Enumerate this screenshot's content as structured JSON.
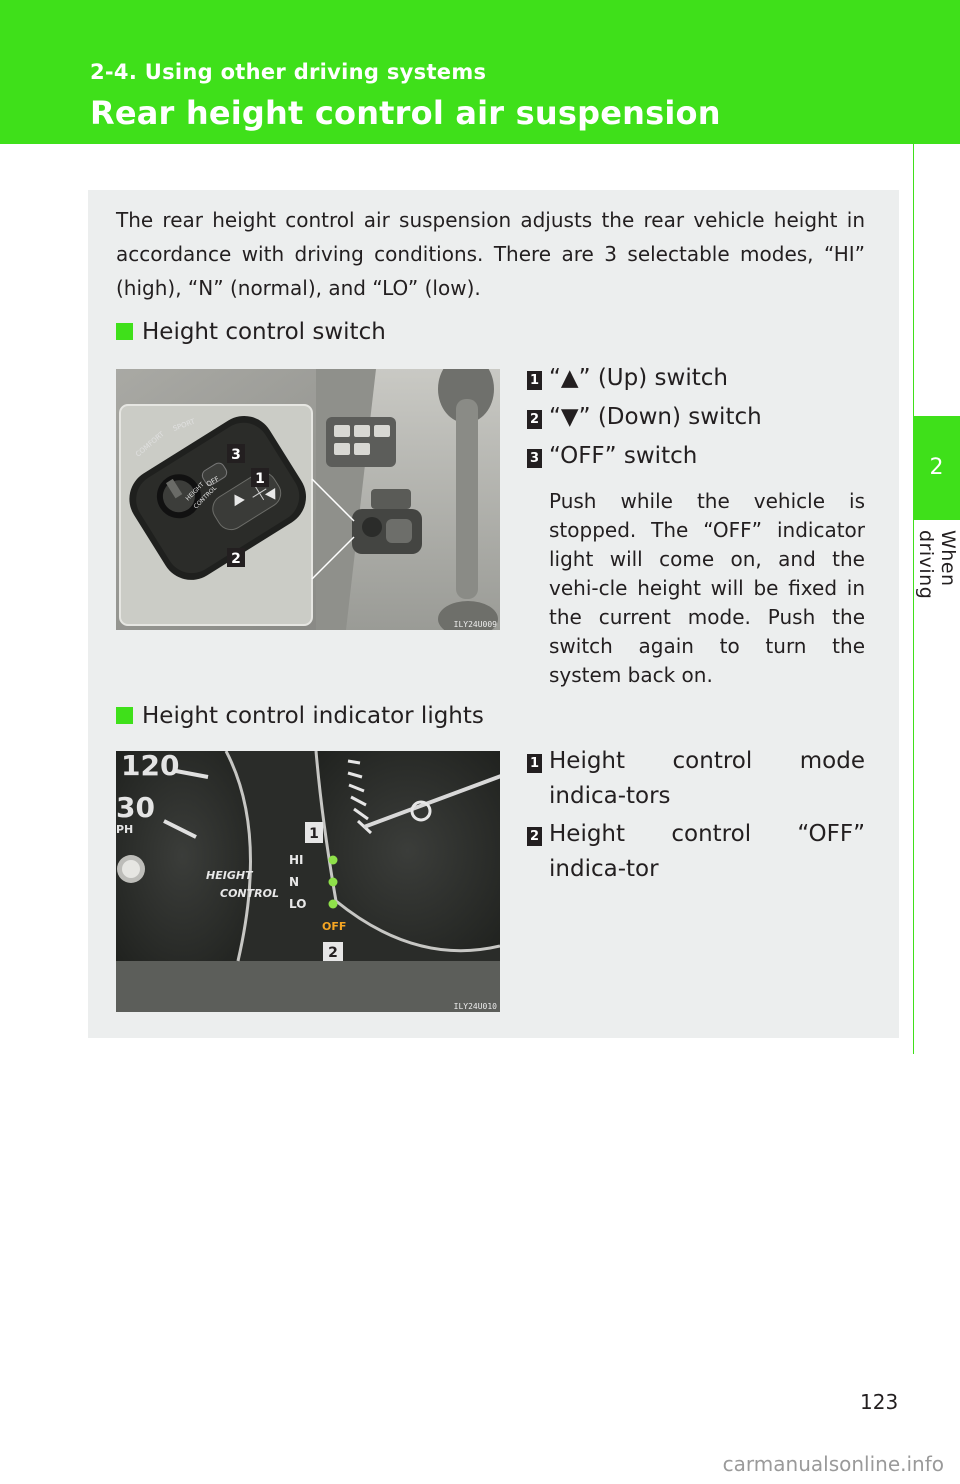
{
  "header": {
    "section": "2-4. Using other driving systems",
    "title": "Rear height control air suspension"
  },
  "side_tab": {
    "chapter_number": "2",
    "chapter_label": "When driving"
  },
  "intro": "The rear height control air suspension adjusts the rear vehicle height in accordance with driving conditions. There are 3 selectable modes, “HI” (high), “N” (normal), and “LO” (low).",
  "sections": [
    {
      "heading": "Height control switch",
      "image_code": "ILY24U009",
      "image_labels": {
        "switch_text_1": "COMFORT",
        "switch_text_2": "SPORT",
        "switch_text_3": "OFF",
        "switch_text_4": "HEIGHT",
        "switch_text_5": "CONTROL"
      },
      "items": [
        {
          "num": "1",
          "text": "“▲” (Up) switch"
        },
        {
          "num": "2",
          "text": "“▼” (Down) switch"
        },
        {
          "num": "3",
          "text": "“OFF” switch"
        }
      ],
      "note": "Push while the vehicle is stopped. The “OFF” indicator light will come on, and the vehi-cle height will be fixed in the current mode. Push the switch again to turn the system back on."
    },
    {
      "heading": "Height control indicator lights",
      "image_code": "ILY24U010",
      "image_labels": {
        "speed_1": "120",
        "speed_2": "30",
        "unit": "PH",
        "height": "HEIGHT",
        "control": "CONTROL",
        "hi": "HI",
        "n": "N",
        "lo": "LO",
        "off": "OFF"
      },
      "items": [
        {
          "num": "1",
          "text": "Height control mode indica-tors"
        },
        {
          "num": "2",
          "text": "Height control “OFF” indica-tor"
        }
      ]
    }
  ],
  "page_number": "123",
  "watermark": "carmanualsonline.info",
  "colors": {
    "accent": "#3fe01a",
    "panel": "#eceeee"
  }
}
